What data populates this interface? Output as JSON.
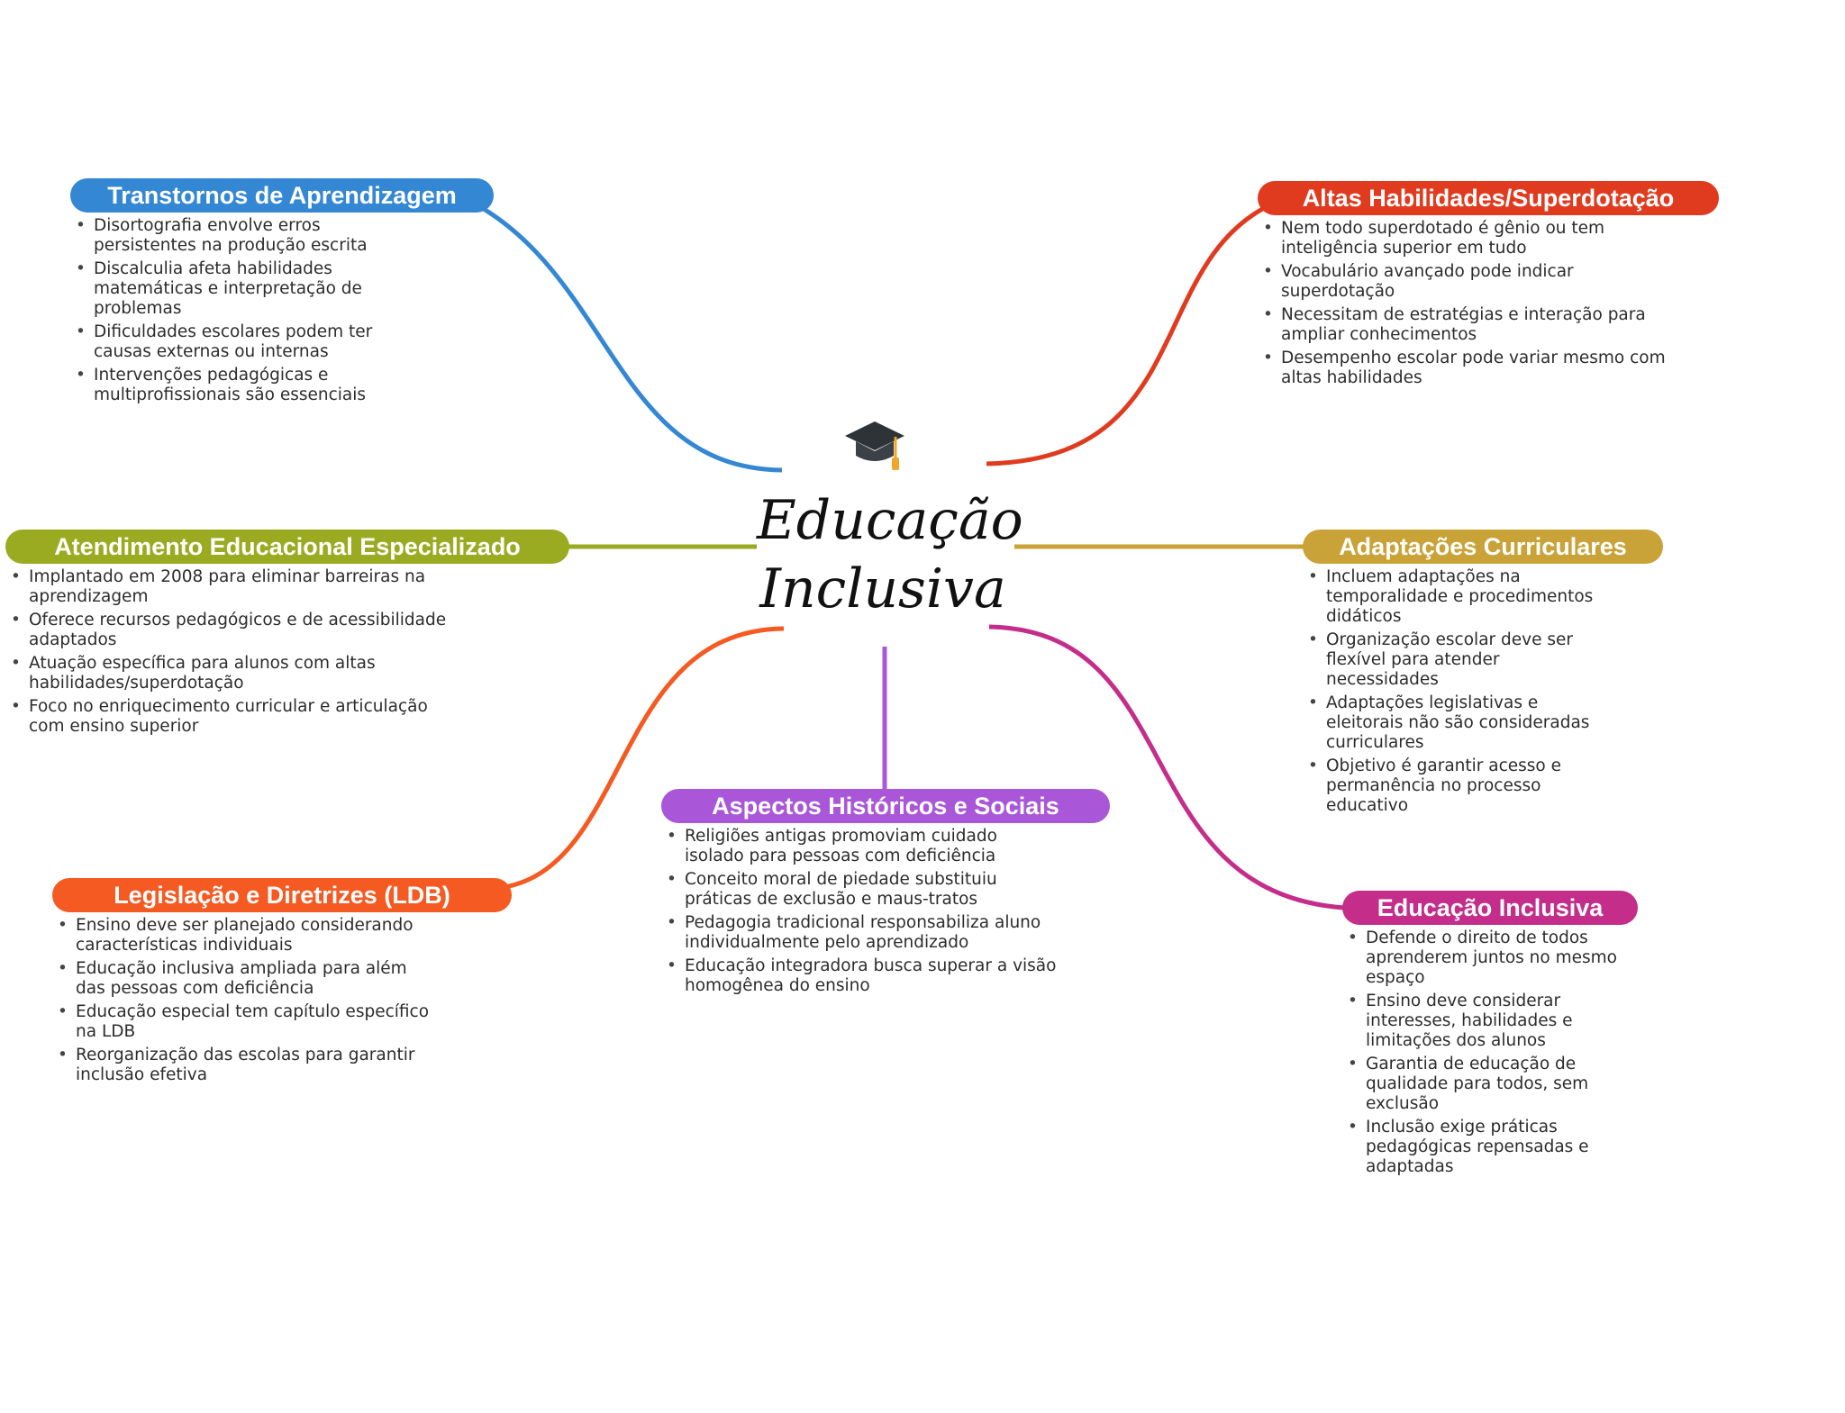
{
  "center": {
    "title": "Educação\nInclusiva",
    "icon": "graduation-cap-icon"
  },
  "colors": {
    "transtornos": "#3487d3",
    "altas": "#e03b1f",
    "atendimento": "#9aab21",
    "adaptacoes": "#c9a337",
    "legislacao": "#f45a21",
    "aspectos": "#a957d8",
    "educacao": "#c42d8a"
  },
  "branches": {
    "transtornos": {
      "title": "Transtornos de Aprendizagem",
      "items": [
        "Disortografia envolve erros persistentes na produção escrita",
        "Discalculia afeta habilidades matemáticas e interpretação de problemas",
        "Dificuldades escolares podem ter causas externas ou internas",
        "Intervenções pedagógicas e multiprofissionais são essenciais"
      ]
    },
    "altas": {
      "title": "Altas Habilidades/Superdotação",
      "items": [
        "Nem todo superdotado é gênio ou tem inteligência superior em tudo",
        "Vocabulário avançado pode indicar superdotação",
        "Necessitam de estratégias e interação para ampliar conhecimentos",
        "Desempenho escolar pode variar mesmo com altas habilidades"
      ]
    },
    "atendimento": {
      "title": "Atendimento Educacional Especializado",
      "items": [
        "Implantado em 2008 para eliminar barreiras na aprendizagem",
        "Oferece recursos pedagógicos e de acessibilidade adaptados",
        "Atuação específica para alunos com altas habilidades/superdotação",
        "Foco no enriquecimento curricular e articulação com ensino superior"
      ]
    },
    "adaptacoes": {
      "title": "Adaptações Curriculares",
      "items": [
        "Incluem adaptações na temporalidade e procedimentos didáticos",
        "Organização escolar deve ser flexível para atender necessidades",
        "Adaptações legislativas e eleitorais não são consideradas curriculares",
        "Objetivo é garantir acesso e permanência no processo educativo"
      ]
    },
    "legislacao": {
      "title": "Legislação e Diretrizes (LDB)",
      "items": [
        "Ensino deve ser planejado considerando características individuais",
        "Educação inclusiva ampliada para além das pessoas com deficiência",
        "Educação especial tem capítulo específico na LDB",
        "Reorganização das escolas para garantir inclusão efetiva"
      ]
    },
    "aspectos": {
      "title": "Aspectos Históricos e Sociais",
      "items": [
        "Religiões antigas promoviam cuidado isolado para pessoas com deficiência",
        "Conceito moral de piedade substituiu práticas de exclusão e maus-tratos",
        "Pedagogia tradicional responsabiliza aluno individualmente pelo aprendizado",
        "Educação integradora busca superar a visão homogênea do ensino"
      ]
    },
    "educacao": {
      "title": "Educação Inclusiva",
      "items": [
        "Defende o direito de todos aprenderem juntos no mesmo espaço",
        "Ensino deve considerar interesses, habilidades e limitações dos alunos",
        "Garantia de educação de qualidade para todos, sem exclusão",
        "Inclusão exige práticas pedagógicas repensadas e adaptadas"
      ]
    }
  }
}
